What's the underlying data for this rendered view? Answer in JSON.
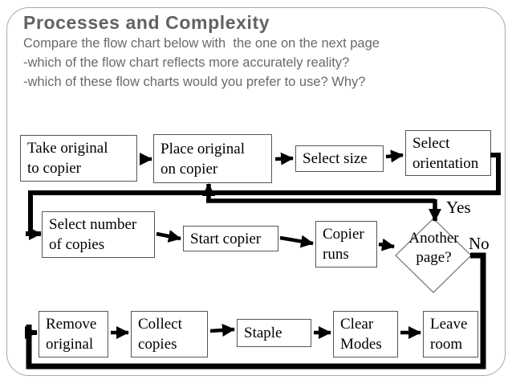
{
  "slide": {
    "title": "Processes and Complexity",
    "body_lines": [
      "Compare the flow chart below with  the one on the next page",
      "-which of the flow chart reflects more accurately reality?",
      "-which of these flow charts would you prefer to use? Why?"
    ]
  },
  "flowchart": {
    "nodes": {
      "take_original": "Take original\nto copier",
      "place_original": "Place original\non copier",
      "select_size": "Select size",
      "select_orientation": "Select\norientation",
      "select_number": "Select number\nof copies",
      "start_copier": "Start copier",
      "copier_runs": "Copier\nruns",
      "another_page": "Another\npage?",
      "remove_original": "Remove\noriginal",
      "collect_copies": "Collect\ncopies",
      "staple": "Staple",
      "clear_modes": "Clear\nModes",
      "leave_room": "Leave\nroom"
    },
    "branch_labels": {
      "yes": "Yes",
      "no": "No"
    }
  },
  "colors": {
    "background": "#ffffff",
    "title_text": "#626262",
    "body_text": "#6a6a6a",
    "node_border": "#565656",
    "node_text": "#000000",
    "connector": "#000000",
    "frame_border": "#a9a9a9"
  }
}
